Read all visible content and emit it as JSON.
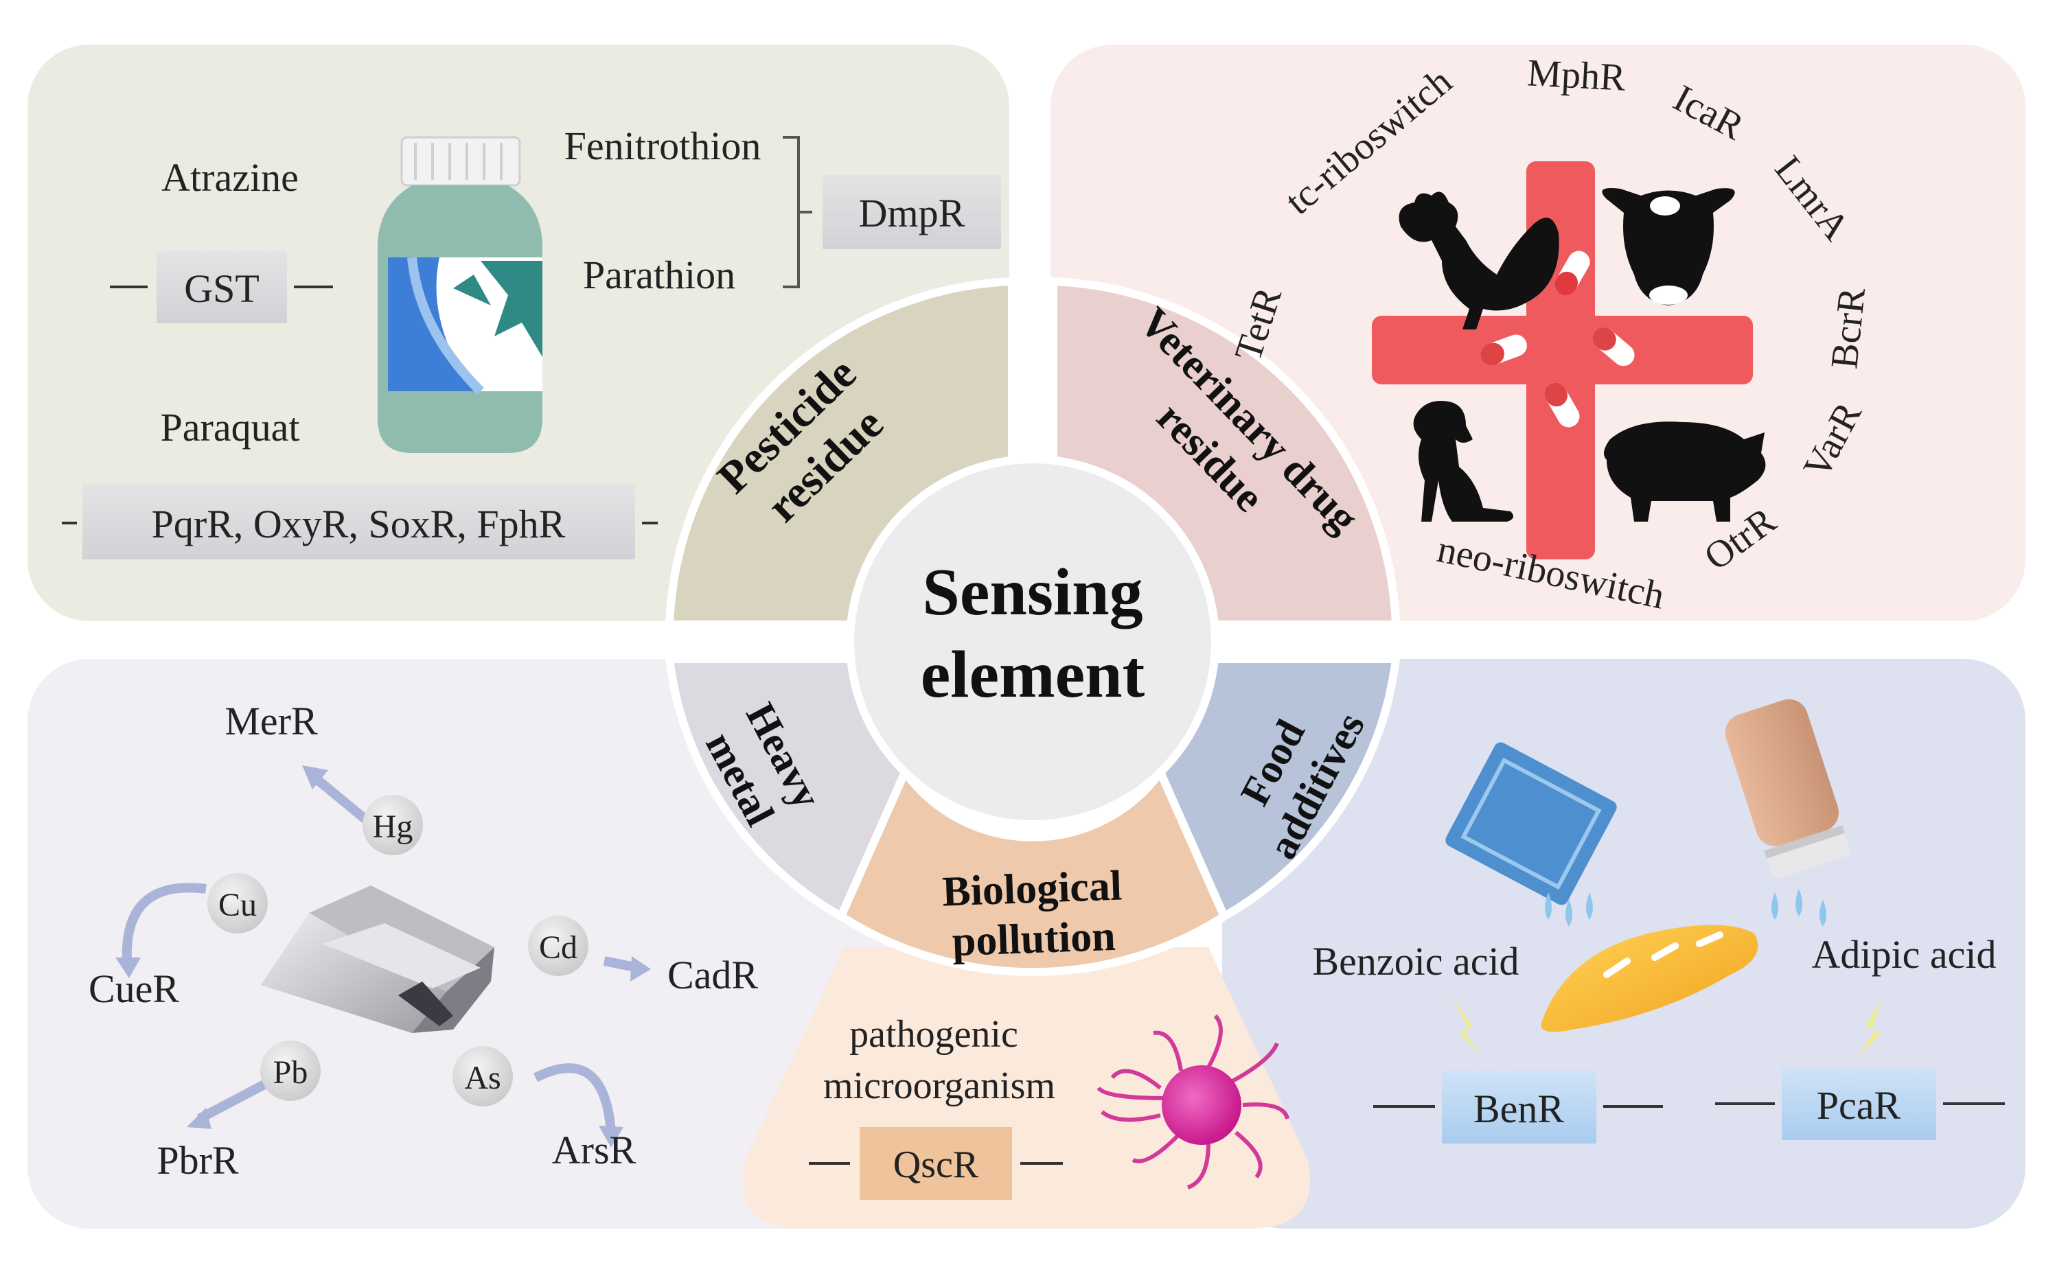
{
  "center": {
    "line1": "Sensing",
    "line2": "element"
  },
  "sectors": {
    "pesticide": {
      "line1": "Pesticide",
      "line2": "residue"
    },
    "veterinary": {
      "line1": "Veterinary drug",
      "line2": "residue"
    },
    "heavy_metal": {
      "line1": "Heavy",
      "line2": "metal"
    },
    "biological": {
      "line1": "Biological",
      "line2": "pollution"
    },
    "food": {
      "line1": "Food",
      "line2": "additives"
    }
  },
  "pesticide_panel": {
    "atrazine": "Atrazine",
    "gst": "GST",
    "paraquat": "Paraquat",
    "paraquat_regulators": "PqrR, OxyR, SoxR, FphR",
    "fenitrothion": "Fenitrothion",
    "parathion": "Parathion",
    "dmpr": "DmpR"
  },
  "veterinary_panel": {
    "ring_labels": [
      "TetR",
      "tc-riboswitch",
      "MphR",
      "IcaR",
      "LmrA",
      "BcrR",
      "VarR",
      "OtrR",
      "neo-riboswitch"
    ]
  },
  "heavy_metal_panel": {
    "hg": "Hg",
    "merr": "MerR",
    "cu": "Cu",
    "cuer": "CueR",
    "cd": "Cd",
    "cadr": "CadR",
    "pb": "Pb",
    "pbrr": "PbrR",
    "as": "As",
    "arsr": "ArsR"
  },
  "biological_panel": {
    "line1": "pathogenic",
    "line2": "microorganism",
    "regulator": "QscR"
  },
  "food_panel": {
    "benzoic": "Benzoic acid",
    "benr": "BenR",
    "adipic": "Adipic acid",
    "pcar": "PcaR"
  },
  "colors": {
    "pesticide_bg": "#ecebe2",
    "pesticide_sector": "#d9d4c0",
    "veterinary_bg": "#fbecec",
    "veterinary_sector": "#e9cfce",
    "heavy_bg": "#f1eff3",
    "heavy_sector": "#dcd9e0",
    "biological_bg": "#fbe9dc",
    "biological_sector": "#eec9ab",
    "food_bg": "#dde1f0",
    "food_sector": "#b6c3d8",
    "center": "#ececee"
  }
}
